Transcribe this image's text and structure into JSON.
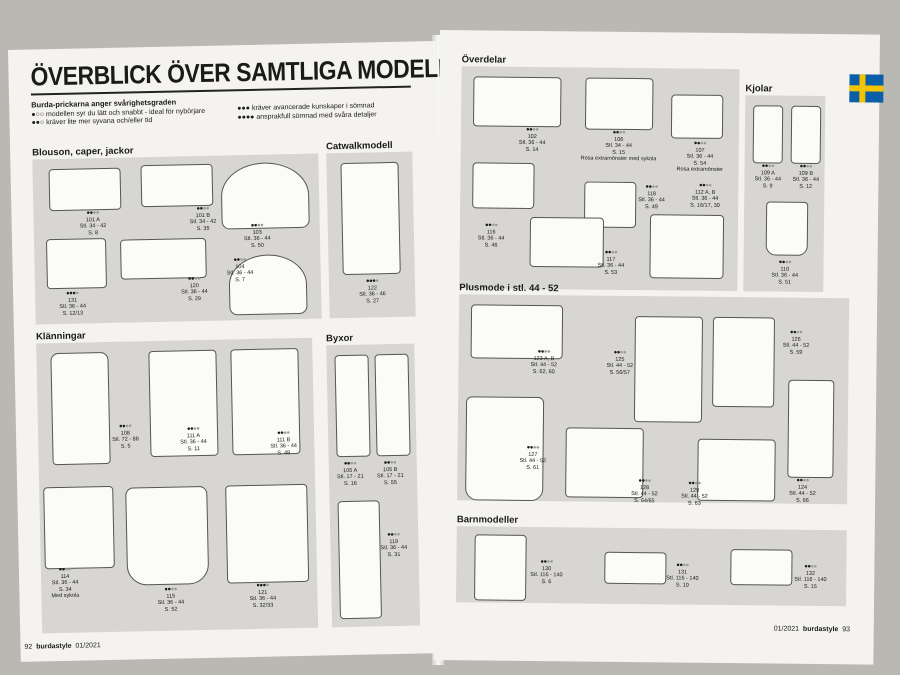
{
  "left": {
    "title": "ÖVERBLICK ÖVER SAMTLIGA MODELLER",
    "intro_heading": "Burda-prickarna anger svårighetsgraden",
    "legend": [
      "modellen syr du lätt och snabbt - ideal för nybörjare",
      "kräver lite mer syvana och/eller tid",
      "kräver avancerade kunskaper i sömnad",
      "ansprakfull sömnad med svåra detaljer"
    ],
    "sections": [
      {
        "title": "Blouson, caper, jackor"
      },
      {
        "title": "Catwalkmodell"
      },
      {
        "title": "Klänningar"
      },
      {
        "title": "Byxor"
      }
    ],
    "items": [
      {
        "num": "101 A",
        "size": "Stl. 34 - 42",
        "page": "S. 8"
      },
      {
        "num": "101 B",
        "size": "Stl. 34 - 42",
        "page": "S. 35"
      },
      {
        "num": "103",
        "size": "Stl. 36 - 44",
        "page": "S. 50"
      },
      {
        "num": "131",
        "size": "Stl. 36 - 44",
        "page": "S. 12/13"
      },
      {
        "num": "120",
        "size": "Stl. 36 - 44",
        "page": "S. 29"
      },
      {
        "num": "104",
        "size": "Stl. 36 - 44",
        "page": "S. 7"
      },
      {
        "num": "122",
        "size": "Stl. 36 - 46",
        "page": "S. 27"
      },
      {
        "num": "108",
        "size": "Stl. 72 - 88",
        "page": "S. 5"
      },
      {
        "num": "111 A",
        "size": "Stl. 36 - 44",
        "page": "S. 11"
      },
      {
        "num": "111 B",
        "size": "Stl. 36 - 44",
        "page": "S. 48"
      },
      {
        "num": "105 A",
        "size": "Stl. 17 - 21",
        "page": "S. 16"
      },
      {
        "num": "105 B",
        "size": "Stl. 17 - 21",
        "page": "S. 55"
      },
      {
        "num": "114",
        "size": "Stl. 36 - 44",
        "page": "S. 34",
        "note": "Med sykola"
      },
      {
        "num": "115",
        "size": "Stl. 36 - 44",
        "page": "S. 52"
      },
      {
        "num": "121",
        "size": "Stl. 36 - 44",
        "page": "S. 32/33"
      },
      {
        "num": "119",
        "size": "Stl. 36 - 44",
        "page": "S. 31"
      }
    ],
    "footer_page": "92",
    "footer_brand": "burdastyle",
    "footer_issue": "01/2021"
  },
  "right": {
    "sections": [
      {
        "title": "Överdelar"
      },
      {
        "title": "Kjolar"
      },
      {
        "title": "Plusmode i stl. 44 - 52"
      },
      {
        "title": "Barnmodeller"
      }
    ],
    "items": [
      {
        "num": "102",
        "size": "Stl. 36 - 44",
        "page": "S. 14"
      },
      {
        "num": "106",
        "size": "Stl. 34 - 44",
        "page": "S. 15",
        "note": "Rosa extramönster med sykola"
      },
      {
        "num": "107",
        "size": "Stl. 36 - 44",
        "page": "S. 54",
        "note": "Rosa extramönster"
      },
      {
        "num": "116",
        "size": "Stl. 36 - 44",
        "page": "S. 46"
      },
      {
        "num": "118",
        "size": "Stl. 36 - 44",
        "page": "S. 49"
      },
      {
        "num": "112 A, B",
        "size": "Stl. 36 - 44",
        "page": "S. 16/17, 30"
      },
      {
        "num": "117",
        "size": "Stl. 36 - 44",
        "page": "S. 53"
      },
      {
        "num": "109 A",
        "size": "Stl. 36 - 44",
        "page": "S. 9"
      },
      {
        "num": "109 B",
        "size": "Stl. 36 - 44",
        "page": "S. 12"
      },
      {
        "num": "110",
        "size": "Stl. 36 - 44",
        "page": "S. 51"
      },
      {
        "num": "123 A, B",
        "size": "Stl. 44 - 52",
        "page": "S. 62, 60"
      },
      {
        "num": "125",
        "size": "Stl. 44 - 52",
        "page": "S. 56/57"
      },
      {
        "num": "126",
        "size": "Stl. 44 - 52",
        "page": "S. 59"
      },
      {
        "num": "127",
        "size": "Stl. 44 - 52",
        "page": "S. 61"
      },
      {
        "num": "128",
        "size": "Stl. 44 - 52",
        "page": "S. 64/65"
      },
      {
        "num": "129",
        "size": "Stl. 44 - 52",
        "page": "S. 63"
      },
      {
        "num": "124",
        "size": "Stl. 44 - 52",
        "page": "S. 66"
      },
      {
        "num": "130",
        "size": "Stl. 116 - 140",
        "page": "S. 6"
      },
      {
        "num": "131",
        "size": "Stl. 116 - 140",
        "page": "S. 10"
      },
      {
        "num": "132",
        "size": "Stl. 116 - 140",
        "page": "S. 15"
      }
    ],
    "footer_issue": "01/2021",
    "footer_brand": "burdastyle",
    "footer_page": "93"
  }
}
